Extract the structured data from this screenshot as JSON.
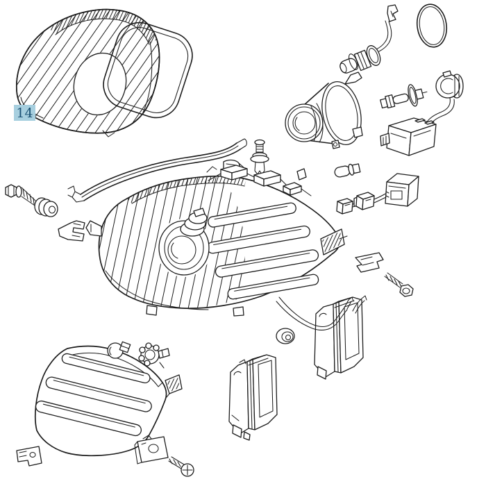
{
  "meta": {
    "type": "exploded-parts-diagram",
    "subject": "headlamp-assembly"
  },
  "colors": {
    "background": "#ffffff",
    "line": "#1c1c1c",
    "callout_bg": "#a7cfdf",
    "callout_fg": "#1b5174"
  },
  "callout": {
    "label": "14"
  },
  "parts": [
    {
      "name": "headlamp-lens-cover"
    },
    {
      "name": "lens-gasket-seal"
    },
    {
      "name": "trim-strip"
    },
    {
      "name": "bulb-with-pigtail-wire"
    },
    {
      "name": "o-ring-seal"
    },
    {
      "name": "projector-lens-unit"
    },
    {
      "name": "hid-bulb"
    },
    {
      "name": "bulb-socket-igniter"
    },
    {
      "name": "push-rivet"
    },
    {
      "name": "headlamp-housing-assembly"
    },
    {
      "name": "screw-with-washer"
    },
    {
      "name": "grommet"
    },
    {
      "name": "retaining-clip"
    },
    {
      "name": "wedge-bulb"
    },
    {
      "name": "wiring-connector-set"
    },
    {
      "name": "mounting-clip"
    },
    {
      "name": "self-tapping-screw"
    },
    {
      "name": "turn-signal-lamp"
    },
    {
      "name": "signal-bulb"
    },
    {
      "name": "signal-bulb-socket"
    },
    {
      "name": "mounting-bracket-left"
    },
    {
      "name": "mounting-bracket-center"
    },
    {
      "name": "phillips-screw"
    },
    {
      "name": "ballast-unit-front"
    },
    {
      "name": "ballast-unit-rear"
    },
    {
      "name": "rubber-grommet"
    },
    {
      "name": "harness-wire"
    }
  ]
}
